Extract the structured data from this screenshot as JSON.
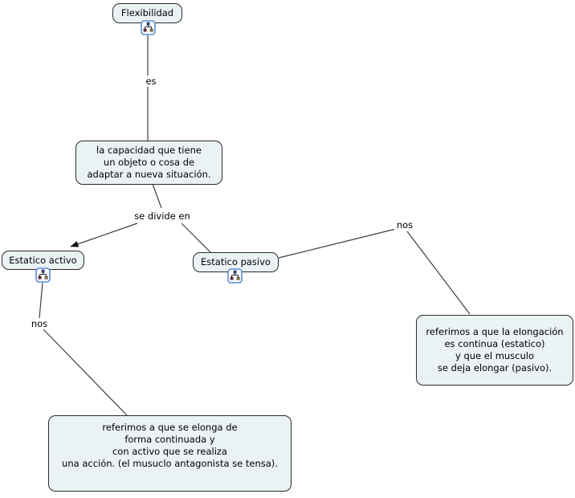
{
  "app": {
    "kind": "concept-map",
    "background": "#ffffff"
  },
  "colors": {
    "node_fill": "#ebf2f4",
    "node_border": "#2b2b2b",
    "connector": "#3f3f3f",
    "arrowhead": "#111111",
    "text": "#000000",
    "resource_icon_border": "#5b8dd6"
  },
  "icons": {
    "resource_icon_name": "resource-group-icon"
  },
  "nodes": {
    "flexibilidad": {
      "label": "Flexibilidad"
    },
    "definicion": {
      "label": "la capacidad que tiene\nun objeto o cosa de\nadaptar a nueva situación."
    },
    "estatico_activo": {
      "label": "Estatico activo"
    },
    "estatico_pasivo": {
      "label": "Estatico pasivo"
    },
    "pasivo_detalle": {
      "label": "referimos a que la elongación\nes continua (estatico)\ny que el musculo\nse deja elongar (pasivo)."
    },
    "activo_detalle": {
      "label": "referimos a que se elonga de\nforma continuada y\ncon activo que se realiza\nuna acción. (el musuclo antagonista se tensa)."
    }
  },
  "linking_phrases": {
    "es": "es",
    "se_divide_en": "se divide en",
    "nos_izquierda": "nos",
    "nos_derecha": "nos"
  }
}
